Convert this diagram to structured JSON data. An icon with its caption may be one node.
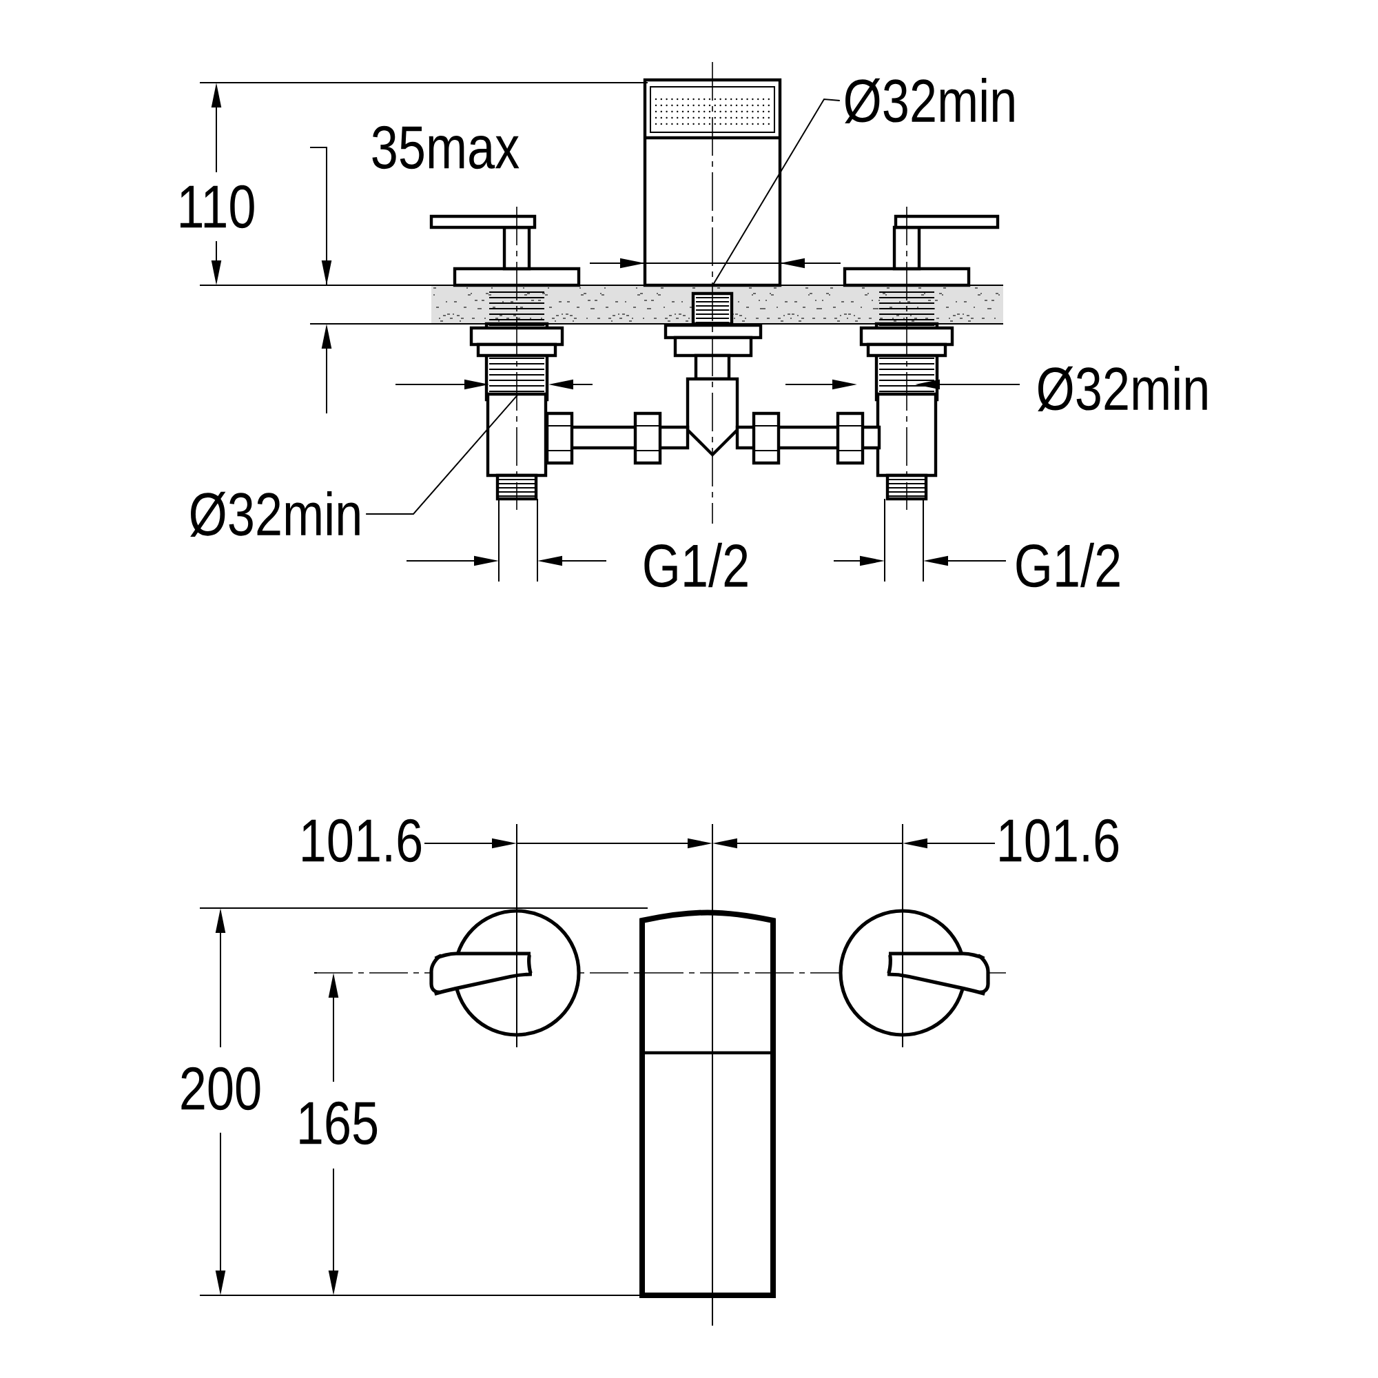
{
  "diagram": {
    "nodes": [
      {
        "text": [
          "Ø32min"
        ]
      },
      {
        "text": [
          "Ø32min"
        ]
      },
      {
        "text": [],
        "shape": "picture"
      },
      {
        "text": [],
        "shape": "picture"
      }
    ],
    "edges": [
      {
        "from": 0,
        "to": 3,
        "arrow": "none"
      },
      {
        "from": 1,
        "to": 2,
        "arrow": "none"
      }
    ],
    "labels": [
      "110",
      "35max",
      "Ø32min",
      "G1/2",
      "G1/2",
      "101.6",
      "101.6",
      "200",
      "165"
    ]
  }
}
